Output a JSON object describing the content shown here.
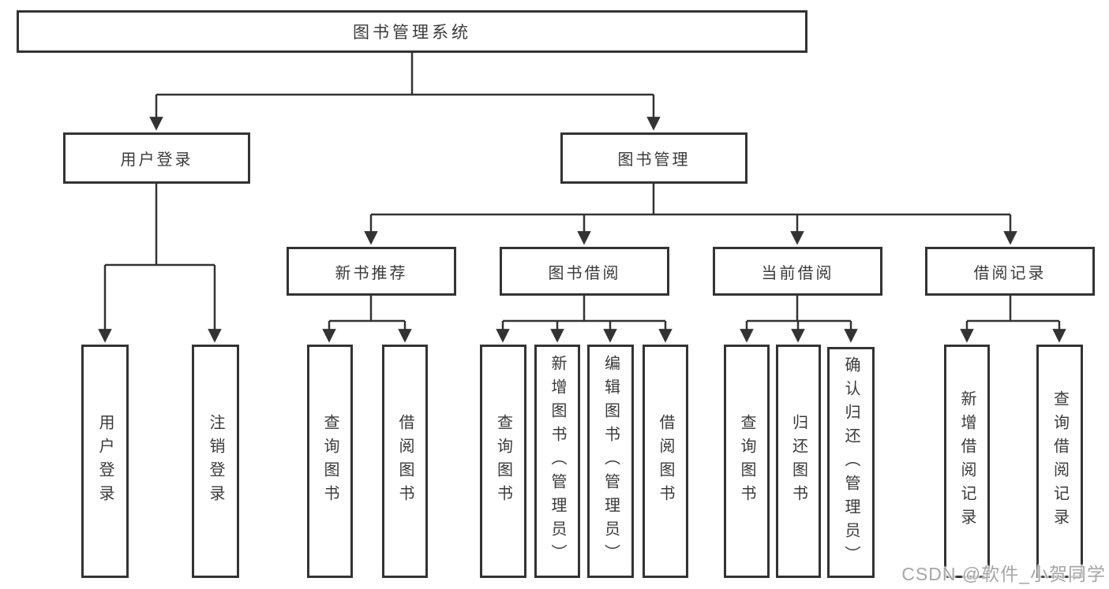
{
  "diagram": {
    "root": {
      "label": "图书管理系统",
      "children": [
        {
          "label": "用户登录",
          "children": [
            {
              "label": "用户登录"
            },
            {
              "label": "注销登录"
            }
          ]
        },
        {
          "label": "图书管理",
          "children": [
            {
              "label": "新书推荐",
              "children": [
                {
                  "label": "查询图书"
                },
                {
                  "label": "借阅图书"
                }
              ]
            },
            {
              "label": "图书借阅",
              "children": [
                {
                  "label": "查询图书"
                },
                {
                  "label": "新增图书（管理员）"
                },
                {
                  "label": "编辑图书（管理员）"
                },
                {
                  "label": "借阅图书"
                }
              ]
            },
            {
              "label": "当前借阅",
              "children": [
                {
                  "label": "查询图书"
                },
                {
                  "label": "归还图书"
                },
                {
                  "label": "确认归还（管理员）"
                }
              ]
            },
            {
              "label": "借阅记录",
              "children": [
                {
                  "label": "新增借阅记录"
                },
                {
                  "label": "查询借阅记录"
                }
              ]
            }
          ]
        }
      ]
    }
  },
  "watermark": {
    "text": "CSDN @软件_小贺同学"
  },
  "colors": {
    "line": "#333333",
    "box_border": "#333333",
    "text": "#3a3a3a",
    "background": "#ffffff",
    "watermark": "#a6a6a6"
  }
}
